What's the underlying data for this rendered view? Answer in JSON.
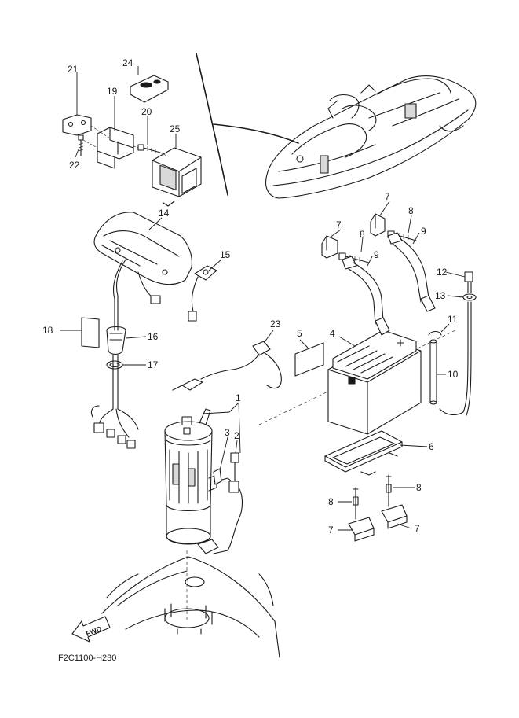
{
  "callouts": {
    "c1": "1",
    "c2": "2",
    "c3": "3",
    "c4": "4",
    "c5": "5",
    "c6": "6",
    "c7": "7",
    "c8": "8",
    "c9": "9",
    "c10": "10",
    "c11": "11",
    "c12": "12",
    "c13": "13",
    "c14": "14",
    "c15": "15",
    "c16": "16",
    "c17": "17",
    "c18": "18",
    "c19": "19",
    "c20": "20",
    "c21": "21",
    "c22": "22",
    "c23": "23",
    "c24": "24",
    "c25": "25"
  },
  "direction_label": "FWD",
  "diagram_code": "F2C1100-H230"
}
